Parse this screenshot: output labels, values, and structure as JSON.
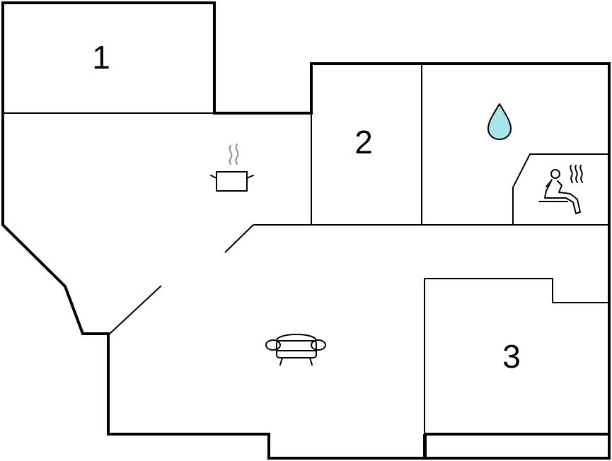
{
  "rooms": [
    {
      "label": "1"
    },
    {
      "label": "2"
    },
    {
      "label": "3"
    }
  ],
  "icons": {
    "kitchen": "cooking-pot-icon",
    "bathroom": "water-drop-icon",
    "sauna": "sauna-icon",
    "living": "sofa-icon"
  },
  "colors": {
    "walls": "#000000",
    "water_drop": "#a8e6ec",
    "steam": "#8c8c8c"
  }
}
